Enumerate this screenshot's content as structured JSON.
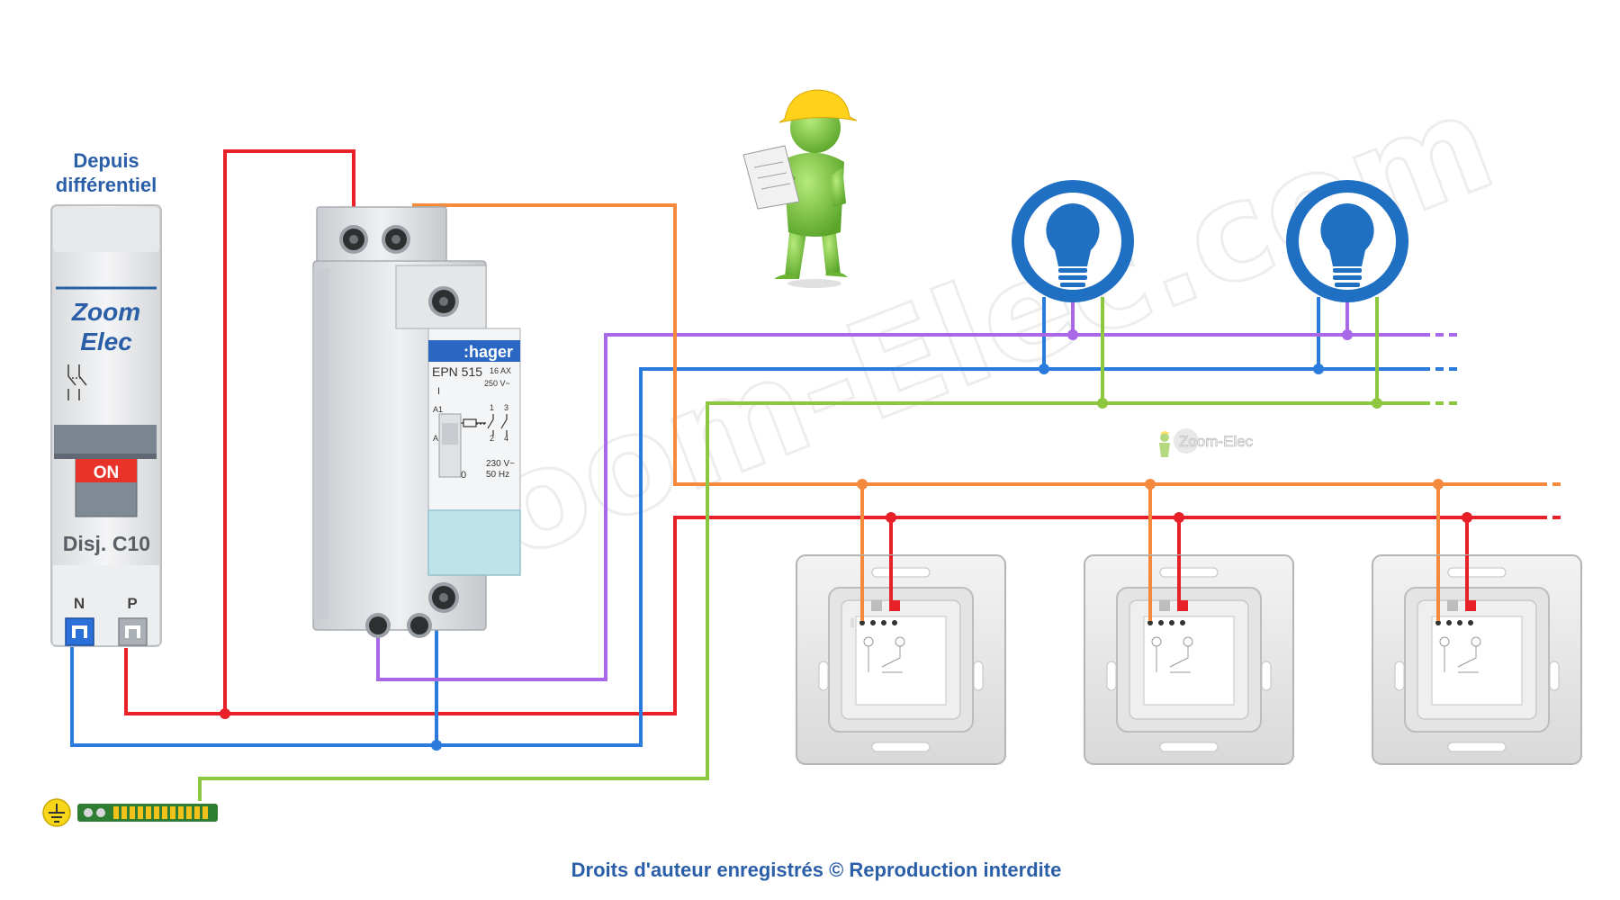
{
  "breaker": {
    "header": "Depuis",
    "header2": "différentiel",
    "brand1": "Zoom",
    "brand2": "Elec",
    "state": "ON",
    "model_prefix": "Disj.",
    "model": "C10",
    "terminal_n": "N",
    "terminal_p": "P"
  },
  "relay": {
    "brand": ":hager",
    "model": "EPN 515",
    "rating": "16 AX",
    "voltage": "250 V~",
    "contact_1": "1",
    "contact_3": "3",
    "contact_2": "2",
    "contact_4": "4",
    "coil_a1": "A1",
    "coil_a2": "A2",
    "position_on": "I",
    "position_off": "0",
    "supply": "230 V~",
    "frequency": "50 Hz"
  },
  "watermark": {
    "large": "Zoom-Elec.com",
    "small": "Zoom-Elec"
  },
  "footer": "Droits d'auteur enregistrés © Reproduction interdite",
  "colors": {
    "phase": "#e8202a",
    "neutral": "#2b7bdc",
    "return": "#f58a3c",
    "ground": "#8dc63f",
    "purple": "#a868e8",
    "lamp_blue": "#1f6fc3",
    "text_blue": "#2a5fa8"
  }
}
